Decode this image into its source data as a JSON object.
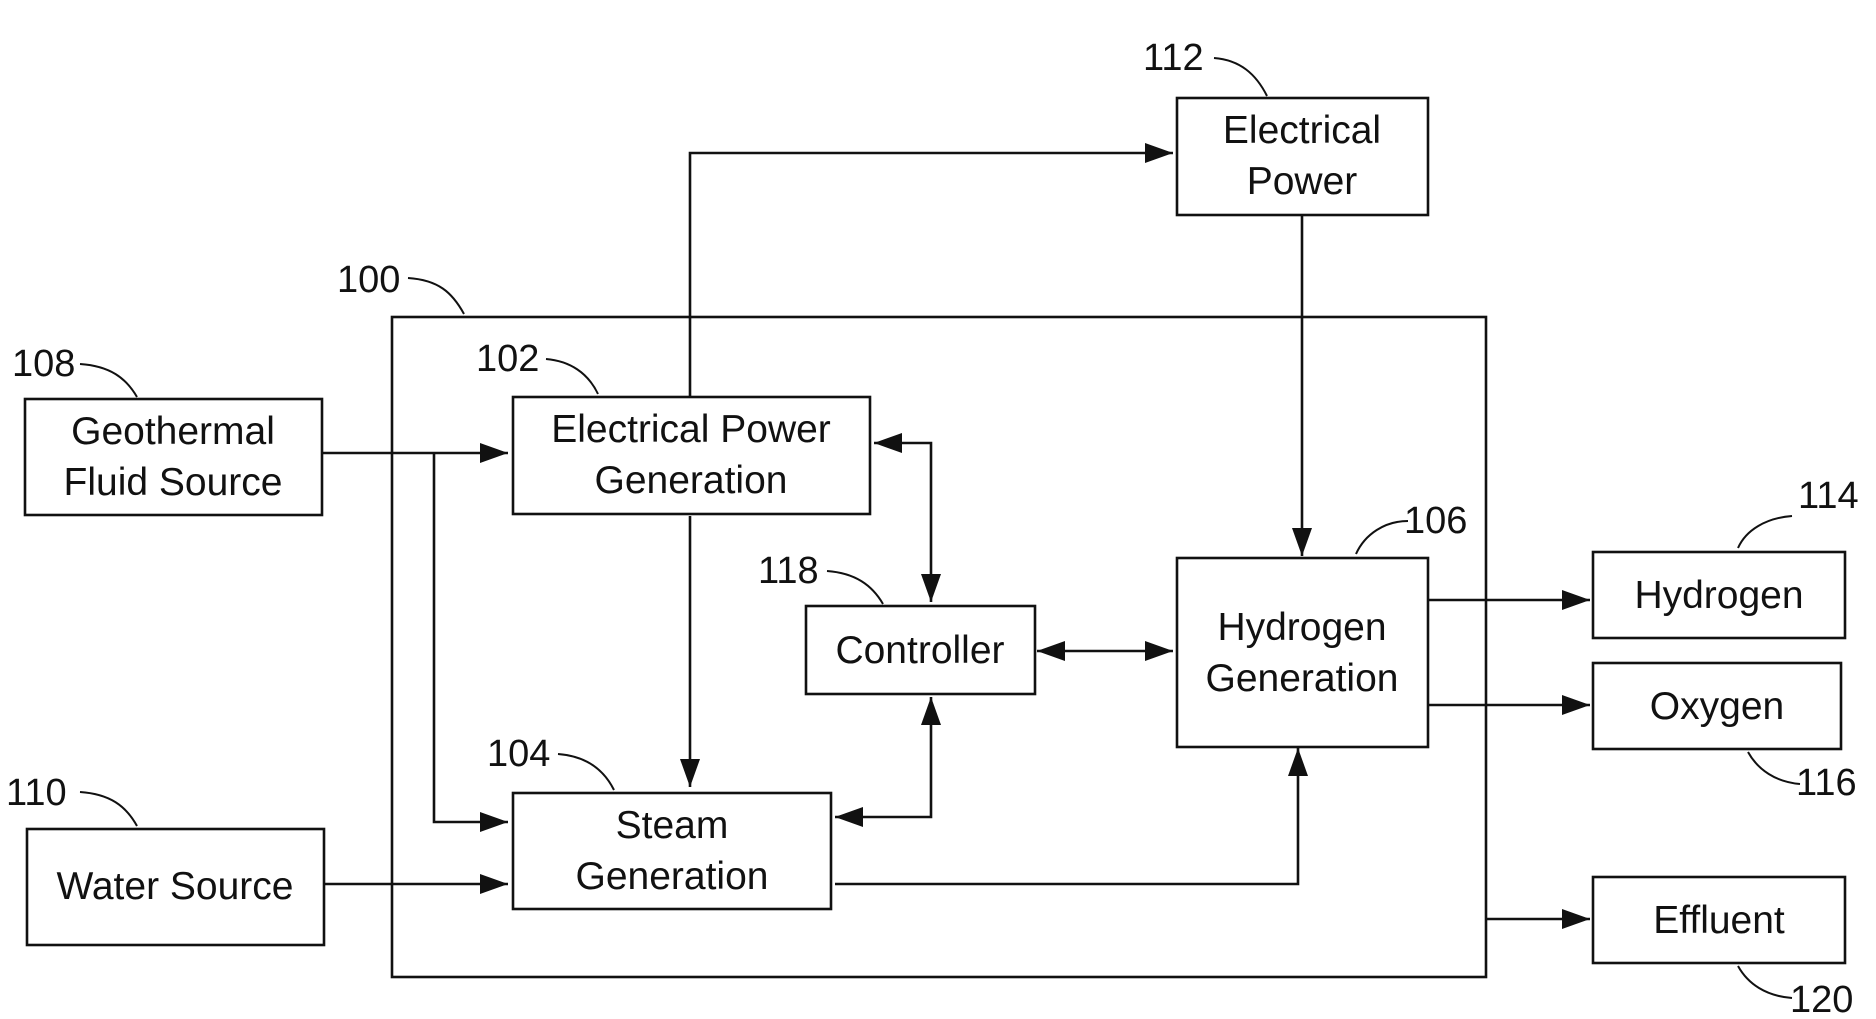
{
  "blocks": {
    "geothermal": {
      "ref": "108",
      "lines": [
        "Geothermal",
        "Fluid Source"
      ]
    },
    "water": {
      "ref": "110",
      "lines": [
        "Water Source"
      ]
    },
    "power_generation": {
      "ref": "102",
      "lines": [
        "Electrical Power",
        "Generation"
      ]
    },
    "steam_generation": {
      "ref": "104",
      "lines": [
        "Steam",
        "Generation"
      ]
    },
    "controller": {
      "ref": "118",
      "lines": [
        "Controller"
      ]
    },
    "hydrogen_generation": {
      "ref": "106",
      "lines": [
        "Hydrogen",
        "Generation"
      ]
    },
    "electrical_power": {
      "ref": "112",
      "lines": [
        "Electrical",
        "Power"
      ]
    },
    "hydrogen": {
      "ref": "114",
      "lines": [
        "Hydrogen"
      ]
    },
    "oxygen": {
      "ref": "116",
      "lines": [
        "Oxygen"
      ]
    },
    "effluent": {
      "ref": "120",
      "lines": [
        "Effluent"
      ]
    }
  },
  "system": {
    "ref": "100"
  }
}
